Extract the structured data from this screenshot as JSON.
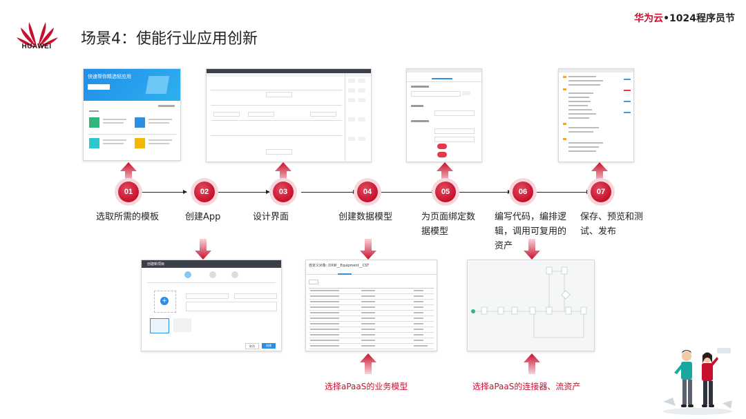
{
  "header": {
    "logo_text": "HUAWEI",
    "title": "场景4：使能行业应用创新",
    "event_brand_red": "华为云",
    "event_brand_dark": "•1024程序员节"
  },
  "steps": [
    {
      "num": "01",
      "label": "选取所需的模板"
    },
    {
      "num": "02",
      "label": "创建App"
    },
    {
      "num": "03",
      "label": "设计界面"
    },
    {
      "num": "04",
      "label": "创建数据模型"
    },
    {
      "num": "05",
      "label": "为页面绑定数据模型"
    },
    {
      "num": "06",
      "label": "编写代码，编排逻辑，调用可复用的资产"
    },
    {
      "num": "07",
      "label": "保存、预览和测试、发布"
    }
  ],
  "screenshots": {
    "templates": {
      "banner_title": "快速帮你精选轻应用"
    },
    "create_app_dialog": {
      "title": "创建新项目",
      "cancel": "取消",
      "create": "创建"
    },
    "data_model": {
      "title": "自定义对象: DXW__Equipment__CST"
    }
  },
  "captions": {
    "data_model": "选择aPaaS的业务模型",
    "connector": "选择aPaaS的连接器、流资产"
  },
  "colors": {
    "brand_red": "#c8102e",
    "accent_blue": "#2e8fe0"
  }
}
